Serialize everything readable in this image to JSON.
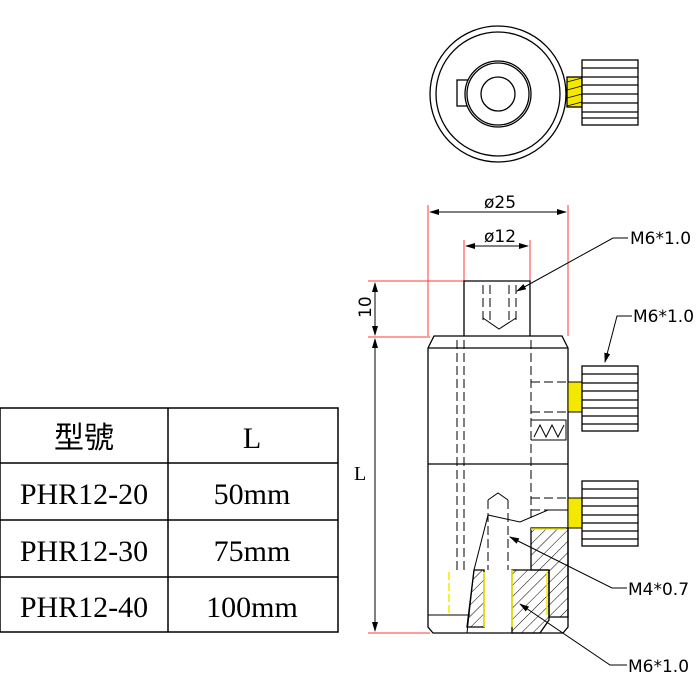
{
  "labels": {
    "dia_outer": "ø25",
    "dia_inner": "ø12",
    "height_top": "10",
    "length": "L",
    "thread_top": "M6*1.0",
    "thread_knob": "M6*1.0",
    "thread_inner": "M4*0.7",
    "thread_bottom": "M6*1.0"
  },
  "table": {
    "headers": [
      "型號",
      "L"
    ],
    "rows": [
      [
        "PHR12-20",
        "50mm"
      ],
      [
        "PHR12-30",
        "75mm"
      ],
      [
        "PHR12-40",
        "100mm"
      ]
    ]
  },
  "colors": {
    "dimension": "#ff3b3b",
    "thread": "#f5e800",
    "line": "#000000"
  }
}
